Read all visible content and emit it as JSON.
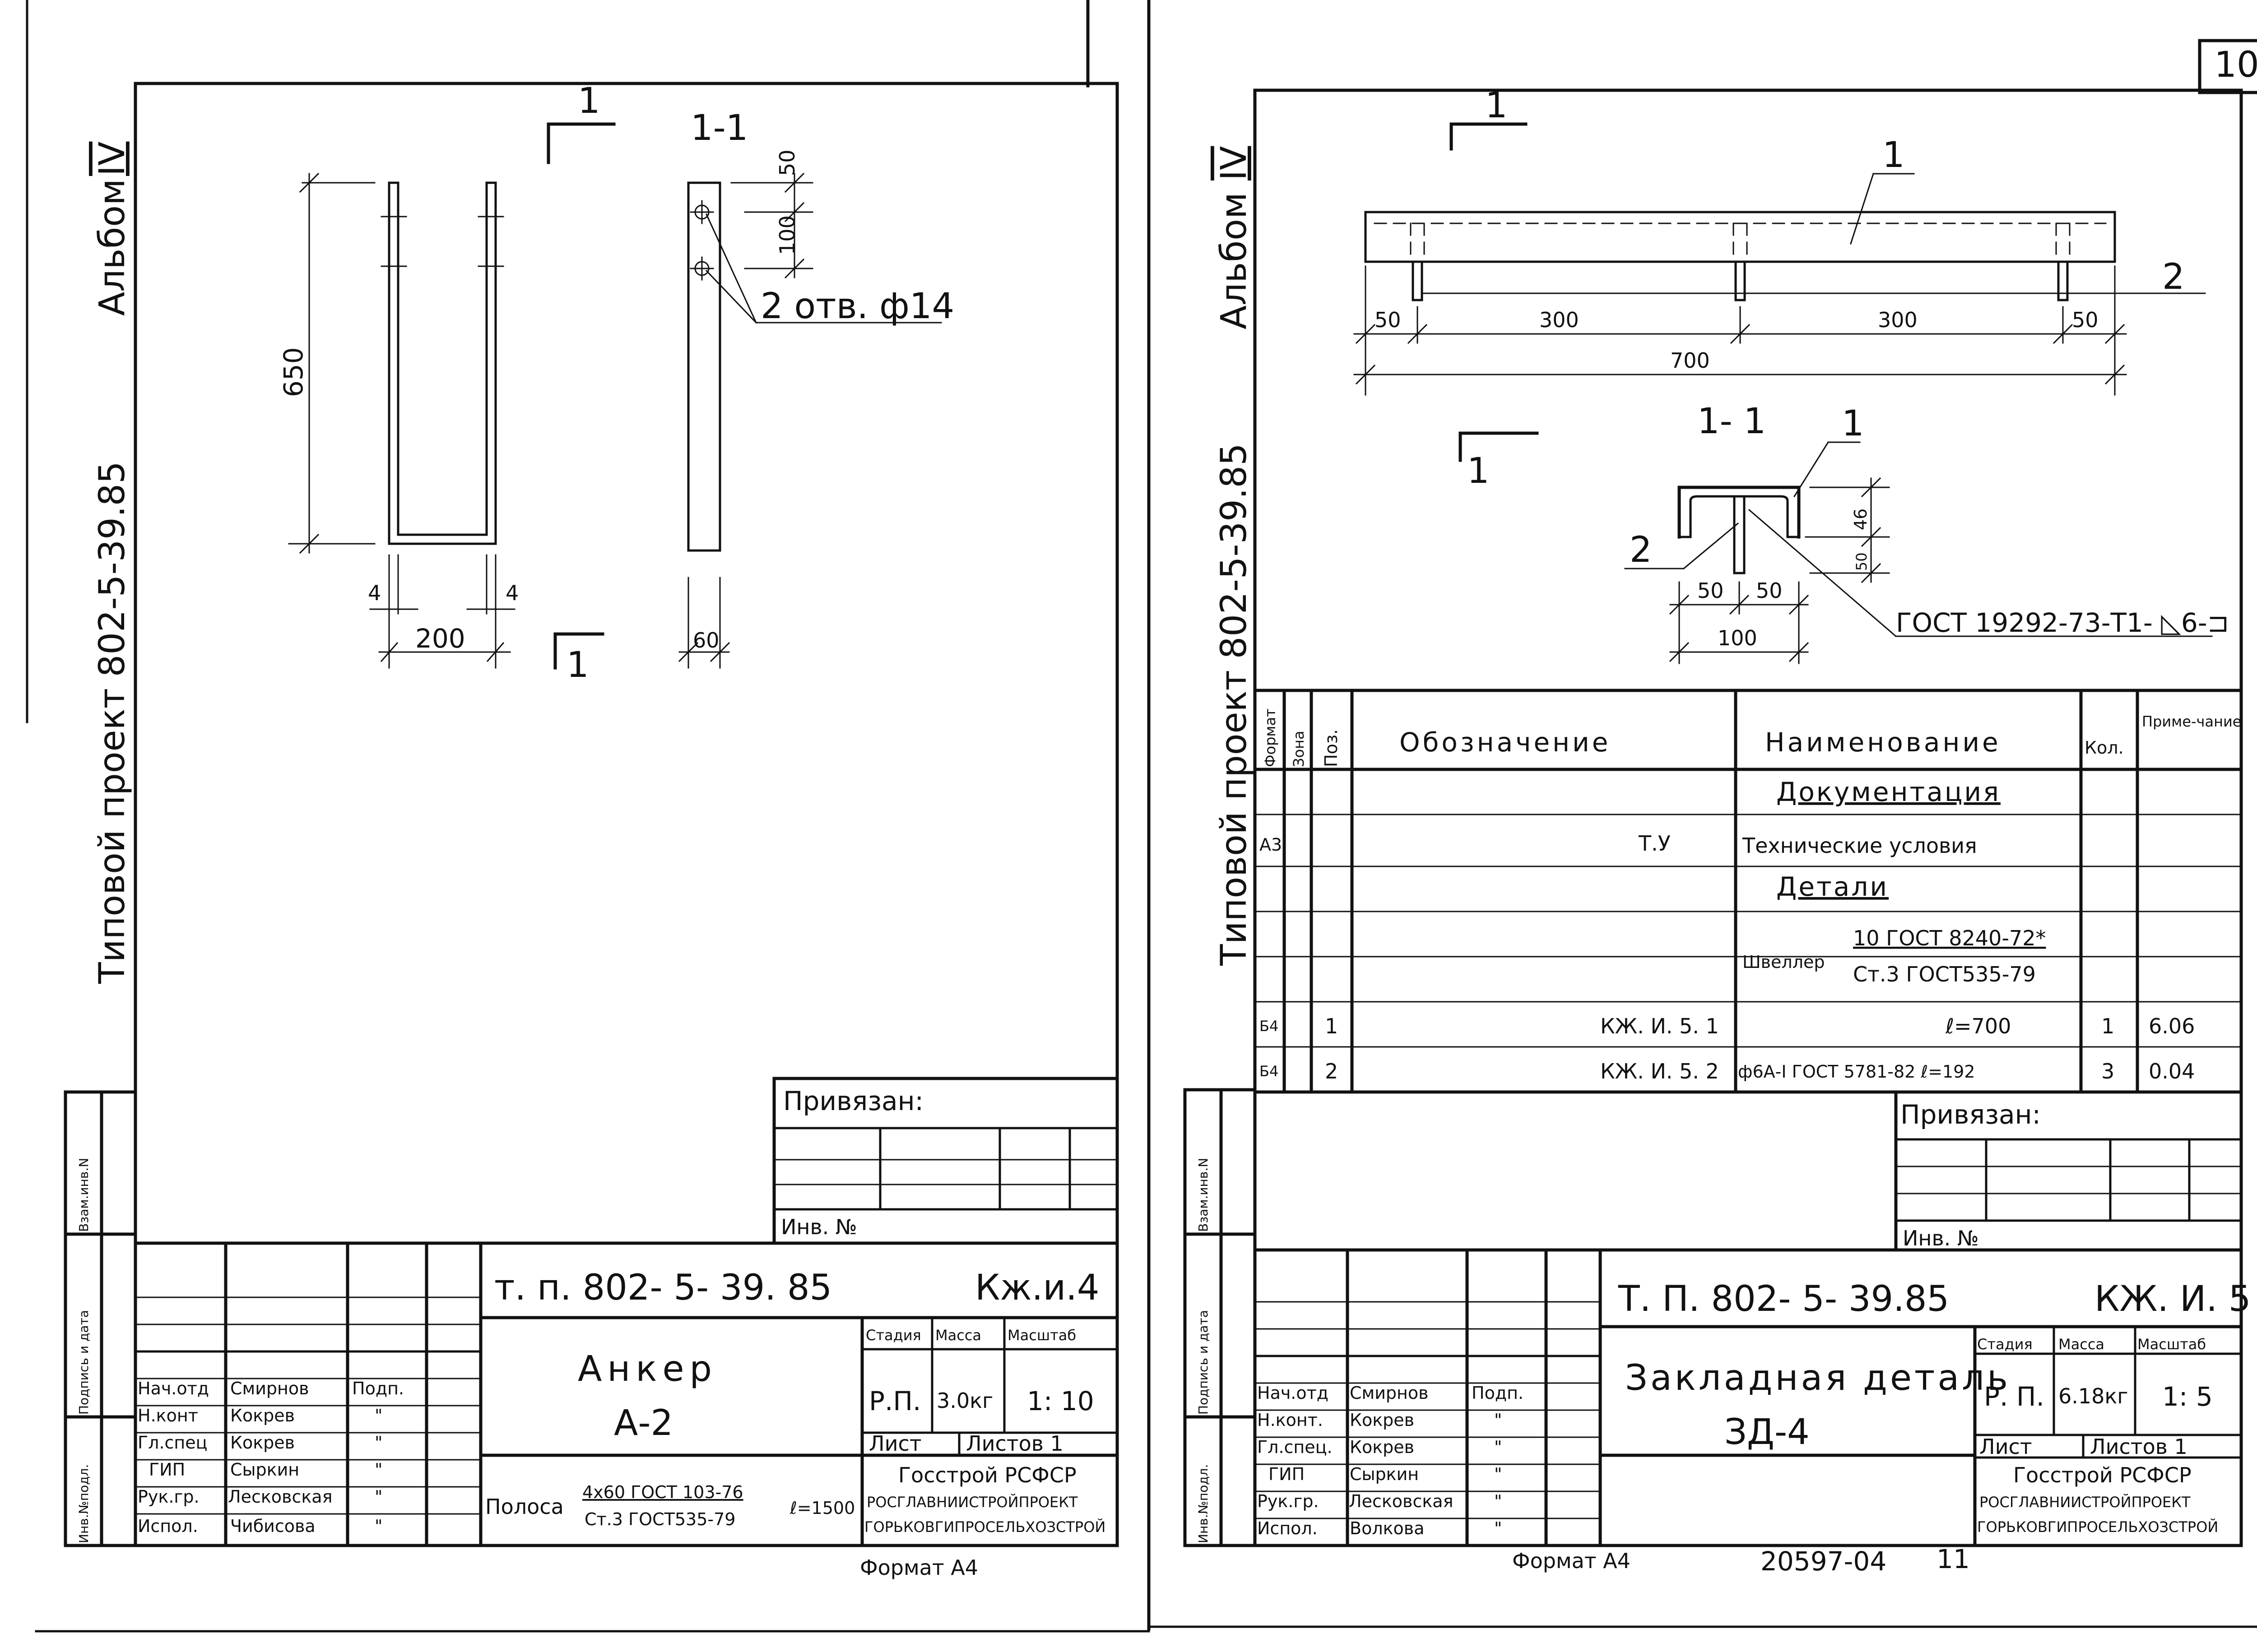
{
  "page_number": "10",
  "left": {
    "side_title": "Типовой проект 802-5-39.85",
    "album": "Альбом",
    "album_num": "IV",
    "section_top": "1",
    "section_bottom": "1",
    "section_title": "1-1",
    "dim_650": "650",
    "dim_50": "50",
    "dim_100": "100",
    "holes": "2 отв. ф14",
    "dim_4a": "4",
    "dim_4b": "4",
    "dim_200": "200",
    "dim_60": "60",
    "attached": {
      "title": "Привязан:",
      "inv": "Инв. №"
    },
    "side_stamp": {
      "inv_orig": "Инв.№подл.",
      "sign_date": "Подпись и дата",
      "vzam": "Взам.инв.N"
    },
    "stamp": {
      "code": "т. п. 802- 5- 39. 85",
      "sheet_code": "Кж.и.4",
      "name": "Анкер",
      "mark": "А-2",
      "stage_h": "Стадия",
      "mass_h": "Масса",
      "scale_h": "Масштаб",
      "stage": "Р.П.",
      "mass": "3.0кг",
      "scale": "1: 10",
      "sheet": "Лист",
      "sheets": "Листов 1",
      "material_label": "Полоса",
      "material_top": "4x60 ГОСТ 103-76",
      "material_bottom": "Ст.3 ГОСТ535-79",
      "length": "ℓ=1500",
      "org1": "Госстрой РСФСР",
      "org2": "РОСГЛАВНИИСТРОЙПРОЕКТ",
      "org3": "ГОРЬКОВГИПРОСЕЛЬХОЗСТРОЙ",
      "people": [
        {
          "role": "Нач.отд",
          "name": "Смирнов",
          "sig": "Подп."
        },
        {
          "role": "Н.конт",
          "name": "Кокрев",
          "sig": "\""
        },
        {
          "role": "Гл.спец",
          "name": "Кокрев",
          "sig": "\""
        },
        {
          "role": "ГИП",
          "name": "Сыркин",
          "sig": "\""
        },
        {
          "role": "Рук.гр.",
          "name": "Лесковская",
          "sig": "\""
        },
        {
          "role": "Испол.",
          "name": "Чибисова",
          "sig": "\""
        }
      ],
      "format": "Формат А4"
    }
  },
  "right": {
    "side_title": "Типовой проект 802-5-39.85",
    "album": "Альбом",
    "album_num": "IV",
    "section_top": "1",
    "section_bottom": "1",
    "section_title": "1- 1",
    "pos1": "1",
    "pos2": "2",
    "dim_50a": "50",
    "dim_300a": "300",
    "dim_300b": "300",
    "dim_50b": "50",
    "dim_700": "700",
    "dim_46": "46",
    "dim_50v": "50",
    "dim_50c": "50",
    "dim_50d": "50",
    "dim_100": "100",
    "weld": "ГОСТ 19292-73-Т1- ◺6-⊐",
    "spec": {
      "h_format": "Формат",
      "h_zone": "Зона",
      "h_pos": "Поз.",
      "h_designation": "Обозначение",
      "h_name": "Наименование",
      "h_qty": "Кол.",
      "h_note": "Приме-чание",
      "section_docs": "Документация",
      "docs_format": "А3",
      "docs_designation": "Т.У",
      "docs_name": "Технические условия",
      "section_parts": "Детали",
      "channel_label": "Швеллер",
      "channel_top": "10 ГОСТ 8240-72*",
      "channel_bottom": "Ст.3 ГОСТ535-79",
      "rows": [
        {
          "format": "Б4",
          "pos": "1",
          "designation": "КЖ. И. 5. 1",
          "name": "ℓ=700",
          "qty": "1",
          "note": "6.06"
        },
        {
          "format": "Б4",
          "pos": "2",
          "designation": "КЖ. И. 5. 2",
          "name": "ф6А-I ГОСТ 5781-82 ℓ=192",
          "qty": "3",
          "note": "0.04"
        }
      ]
    },
    "attached": {
      "title": "Привязан:",
      "inv": "Инв. №"
    },
    "side_stamp": {
      "inv_orig": "Инв.№подл.",
      "sign_date": "Подпись и дата",
      "vzam": "Взам.инв.N"
    },
    "stamp": {
      "code": "Т. П. 802- 5- 39.85",
      "sheet_code": "КЖ. И. 5",
      "name": "Закладная деталь",
      "mark": "ЗД-4",
      "stage_h": "Стадия",
      "mass_h": "Масса",
      "scale_h": "Масштаб",
      "stage": "Р. П.",
      "mass": "6.18кг",
      "scale": "1: 5",
      "sheet": "Лист",
      "sheets": "Листов 1",
      "org1": "Госстрой РСФСР",
      "org2": "РОСГЛАВНИИСТРОЙПРОЕКТ",
      "org3": "ГОРЬКОВГИПРОСЕЛЬХОЗСТРОЙ",
      "people": [
        {
          "role": "Нач.отд",
          "name": "Смирнов",
          "sig": "Подп."
        },
        {
          "role": "Н.конт.",
          "name": "Кокрев",
          "sig": "\""
        },
        {
          "role": "Гл.спец.",
          "name": "Кокрев",
          "sig": "\""
        },
        {
          "role": "ГИП",
          "name": "Сыркин",
          "sig": "\""
        },
        {
          "role": "Рук.гр.",
          "name": "Лесковская",
          "sig": "\""
        },
        {
          "role": "Испол.",
          "name": "Волкова",
          "sig": "\""
        }
      ],
      "format": "Формат А4",
      "doc_number": "20597-04",
      "page": "11"
    }
  }
}
